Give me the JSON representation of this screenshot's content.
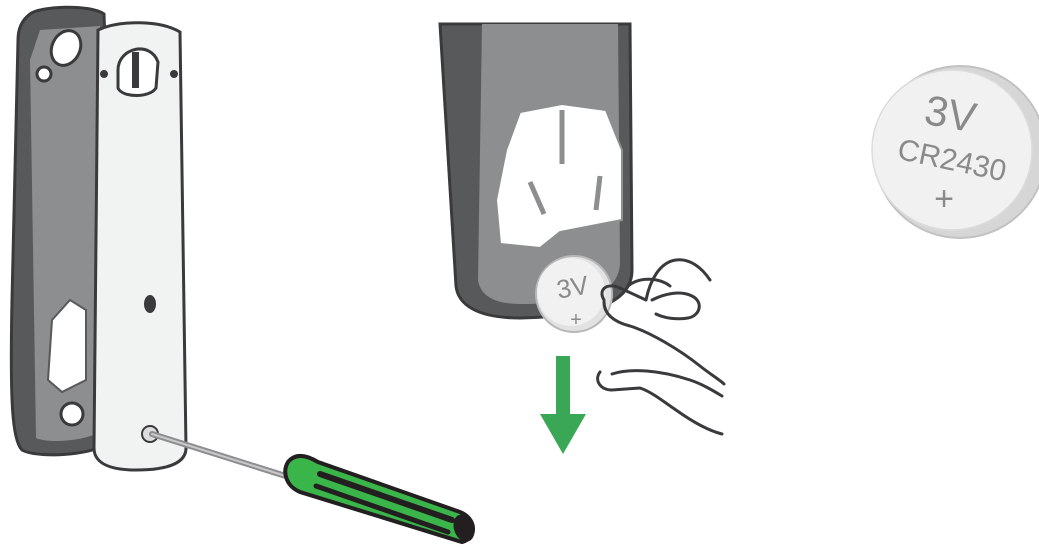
{
  "battery_small": {
    "voltage": "3V",
    "polarity": "+"
  },
  "battery_large": {
    "voltage": "3V",
    "model": "CR2430",
    "polarity": "+"
  },
  "colors": {
    "housing_dark": "#58595b",
    "housing_mid": "#8d8e90",
    "plate_light": "#f1f2f2",
    "outline": "#3a3a3c",
    "arrow_green": "#3aa757",
    "handle_green": "#3ab54a",
    "handle_black": "#231f20",
    "coin_fill": "#f1f1f1",
    "coin_edge": "#cfcfcf"
  },
  "icons": [
    "doorbell-housing",
    "back-plate",
    "screwdriver",
    "remove-arrow",
    "hand",
    "coin-battery"
  ]
}
